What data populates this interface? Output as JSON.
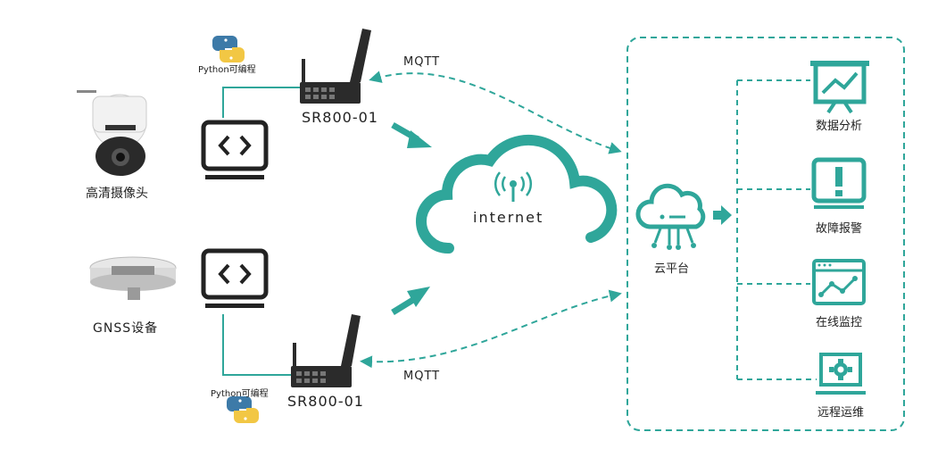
{
  "devices": {
    "camera_label": "高清摄像头",
    "gnss_label": "GNSS设备"
  },
  "routers": {
    "top_label": "SR800-01",
    "bottom_label": "SR800-01",
    "top_python": "Python可编程",
    "bottom_python": "Python可编程"
  },
  "protocol": {
    "top": "MQTT",
    "bottom": "MQTT"
  },
  "cloud": {
    "label": "internet"
  },
  "platform": {
    "label": "云平台",
    "functions": [
      "数据分析",
      "故障报警",
      "在线监控",
      "远程运维"
    ]
  },
  "colors": {
    "teal": "#2fa69a",
    "dark": "#222222",
    "router": "#2b2b2b"
  }
}
